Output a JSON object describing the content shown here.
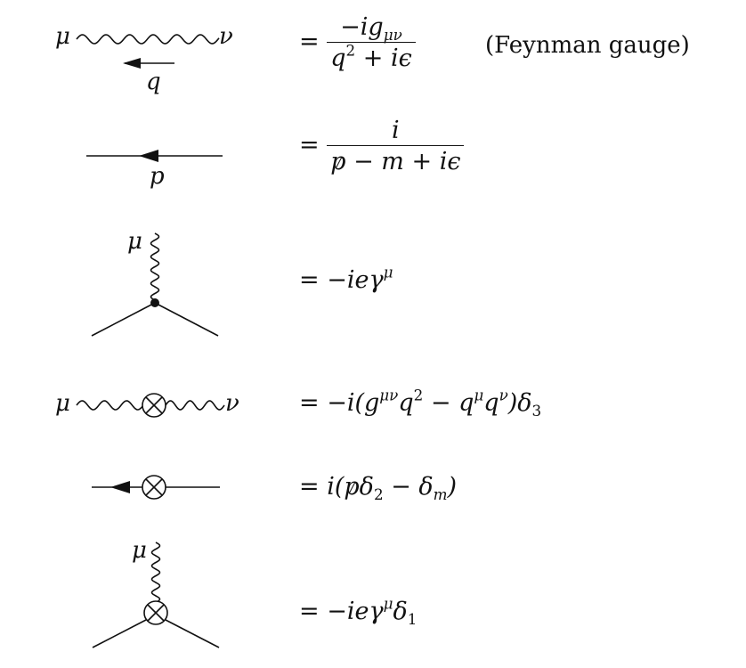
{
  "rules": [
    {
      "id": "photon-propagator",
      "diagram_labels": {
        "left_index": "μ",
        "right_index": "ν",
        "momentum": "q"
      },
      "eq_prefix": "=",
      "numerator": "−ig",
      "numerator_sub": "μν",
      "denominator": "q",
      "denominator_sup": "2",
      "denominator_rest": " + iϵ",
      "note": "(Feynman gauge)"
    },
    {
      "id": "fermion-propagator",
      "diagram_labels": {
        "momentum": "p"
      },
      "eq_prefix": "=",
      "numerator": "i",
      "denominator_slashed": "p",
      "denominator_rest": " − m + iϵ"
    },
    {
      "id": "vertex",
      "diagram_labels": {
        "index": "μ"
      },
      "eq_prefix": "= −ieγ",
      "sup": "μ"
    },
    {
      "id": "photon-counterterm",
      "diagram_labels": {
        "left_index": "μ",
        "right_index": "ν"
      },
      "eq_a": "= −i(g",
      "sup_a": "μν",
      "eq_b": "q",
      "sup_b": "2",
      "eq_c": " − q",
      "sup_c": "μ",
      "eq_d": "q",
      "sup_d": "ν",
      "eq_e": ")δ",
      "sub_e": "3"
    },
    {
      "id": "fermion-counterterm",
      "eq_a": "= i(",
      "slashed": "p",
      "eq_b": "δ",
      "sub_b": "2",
      "eq_c": " − δ",
      "sub_c": "m",
      "eq_d": ")"
    },
    {
      "id": "vertex-counterterm",
      "diagram_labels": {
        "index": "μ"
      },
      "eq_a": "= −ieγ",
      "sup_a": "μ",
      "eq_b": "δ",
      "sub_b": "1"
    }
  ]
}
